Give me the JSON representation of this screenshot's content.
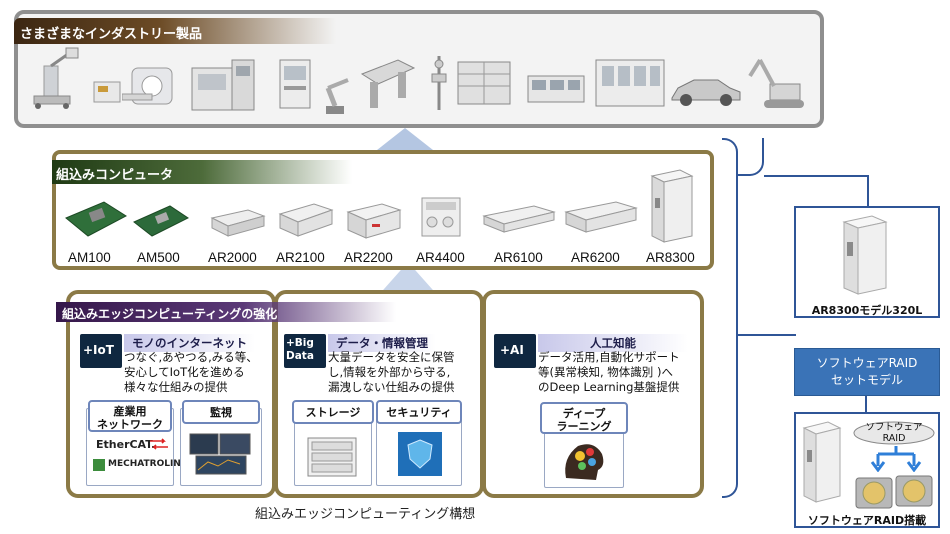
{
  "industry": {
    "title": "さまざまなインダストリー製品",
    "icons": [
      "xray-machine-icon",
      "analyzer-icon",
      "mri-scanner-icon",
      "vending-machine-icon",
      "lab-equipment-icon",
      "robot-arm-icon",
      "press-machine-icon",
      "substation-icon",
      "server-cabinet-icon",
      "control-panel-icon",
      "factory-line-icon",
      "car-icon",
      "excavator-icon"
    ]
  },
  "embedded": {
    "title": "組込みコンピュータ",
    "products": [
      "AM100",
      "AM500",
      "AR2000",
      "AR2100",
      "AR2200",
      "AR4400",
      "AR6100",
      "AR6200",
      "AR8300"
    ]
  },
  "edge": {
    "title": "組込みエッジコンピューティングの強化",
    "caption": "組込みエッジコンピューティング構想",
    "columns": [
      {
        "icon_text": "+IoT",
        "heading": "モノのインターネット",
        "lines": [
          "つなぐ,あやつる,みる等、",
          "安心してIoT化を進める",
          "様々な仕組みの提供"
        ],
        "cards": [
          {
            "label": "産業用\nネットワーク",
            "logos": [
              "EtherCAT.",
              "MECHATROLINK"
            ]
          },
          {
            "label": "監視",
            "icon": "monitoring-screens-icon"
          }
        ]
      },
      {
        "icon_text": "+Big Data",
        "heading": "データ・情報管理",
        "lines": [
          "大量データを安全に保管",
          "し,情報を外部から守る,",
          "漏洩しない仕組みの提供"
        ],
        "cards": [
          {
            "label": "ストレージ",
            "icon": "storage-rack-icon"
          },
          {
            "label": "セキュリティ",
            "icon": "shield-icon"
          }
        ]
      },
      {
        "icon_text": "+AI",
        "heading": "人工知能",
        "lines": [
          "データ活用,自動化サポート",
          "等(異常検知, 物体識別 )へ",
          "のDeep Learning基盤提供"
        ],
        "cards": [
          {
            "label": "ディープ\nラーニング",
            "icon": "brain-gears-icon"
          }
        ]
      }
    ]
  },
  "right": {
    "model_label": "AR8300モデル320L",
    "set_model": "ソフトウェアRAID\nセットモデル",
    "raid_label": "ソフトウェア\nRAID",
    "raid_card_label": "ソフトウェアRAID搭載"
  },
  "colors": {
    "frame_gold": "#8b7a46",
    "accent_blue": "#2f5597",
    "set_model_blue": "#3a73b7",
    "industry_brown": "#6c4b25",
    "embedded_green": "#4d6b3a",
    "edge_purple": "#5b3a78"
  }
}
